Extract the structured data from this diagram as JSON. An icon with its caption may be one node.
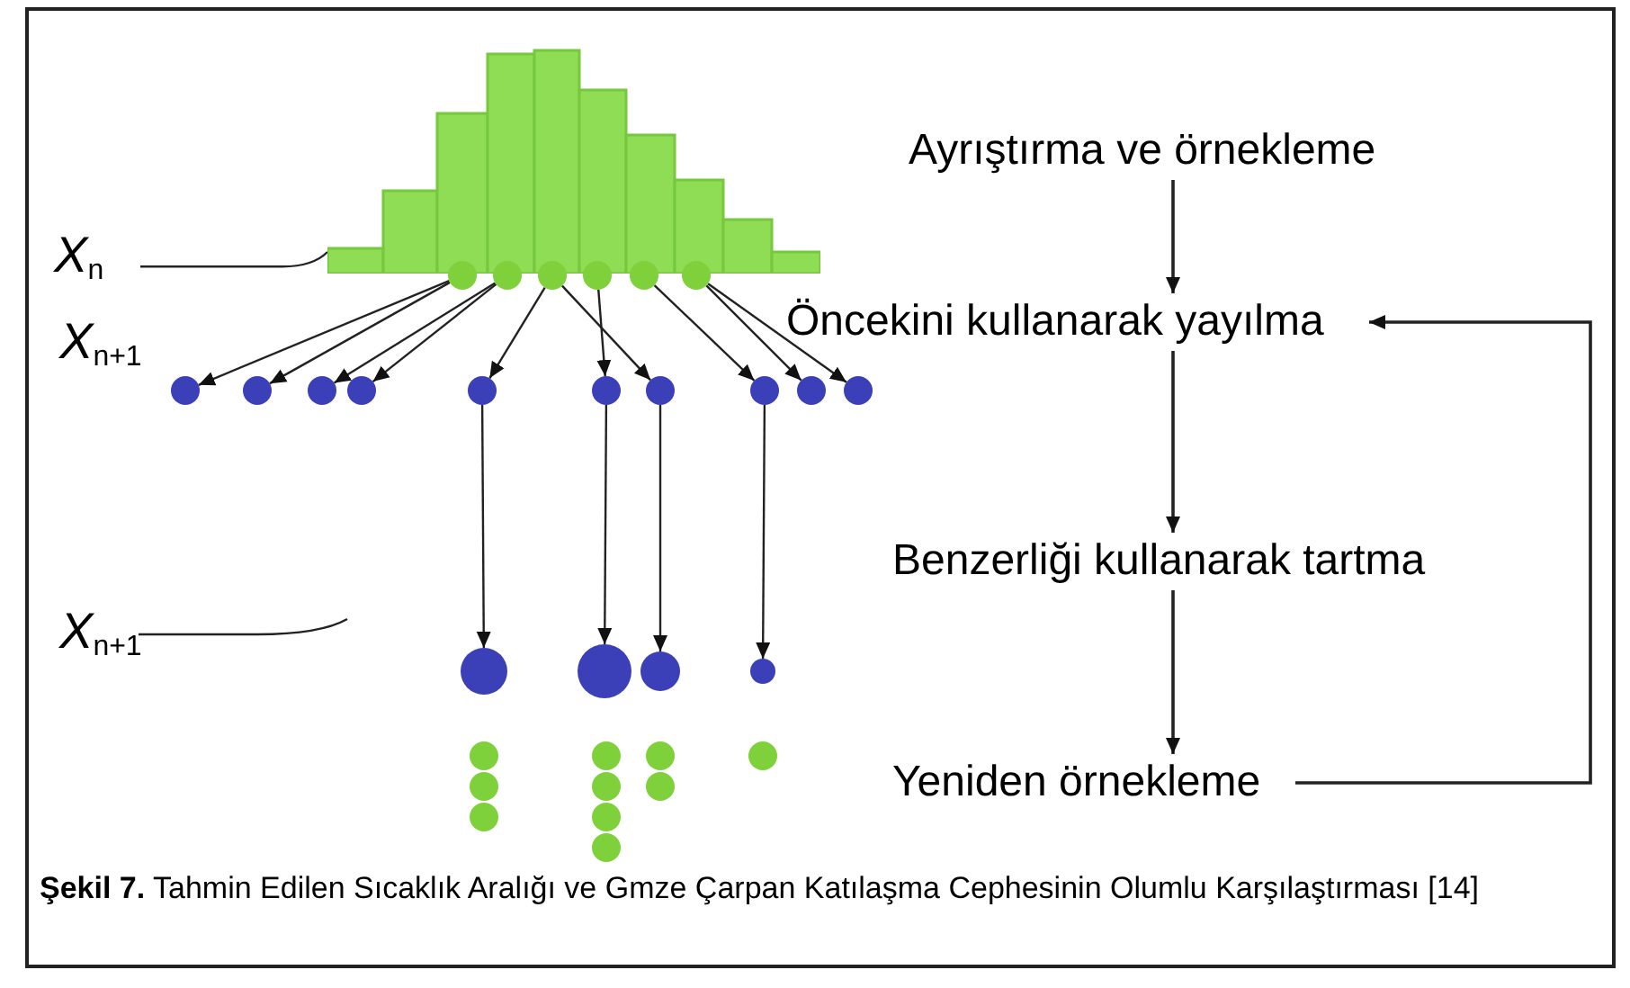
{
  "diagram": {
    "caption": "**Şekil 7.** Tahmin Edilen Sıcaklık Aralığı ve Gmze Çarpan Katılaşma Cephesinin Olumlu Karşılaştırması [14]",
    "nodes": [
      {
        "text": [
          "X$_{n}$"
        ]
      },
      {
        "text": [
          "X$_{n+1}$"
        ]
      },
      {
        "text": [],
        "shape": "picture"
      },
      {
        "text": [],
        "shape": "circle"
      },
      {
        "text": [],
        "shape": "circle"
      },
      {
        "text": [],
        "shape": "circle"
      },
      {
        "text": [],
        "shape": "circle"
      },
      {
        "text": [],
        "shape": "circle"
      },
      {
        "text": [],
        "shape": "circle"
      },
      {
        "text": [],
        "shape": "circle"
      },
      {
        "text": [],
        "shape": "circle"
      },
      {
        "text": [],
        "shape": "circle"
      },
      {
        "text": [],
        "shape": "circle"
      },
      {
        "text": [],
        "shape": "circle"
      },
      {
        "text": [],
        "shape": "circle"
      },
      {
        "text": [],
        "shape": "circle"
      },
      {
        "text": [],
        "shape": "circle"
      },
      {
        "text": [],
        "shape": "circle"
      },
      {
        "text": [],
        "shape": "circle"
      },
      {
        "text": [],
        "shape": "circle"
      },
      {
        "text": [],
        "shape": "circle"
      },
      {
        "text": [],
        "shape": "circle"
      },
      {
        "text": [],
        "shape": "circle"
      },
      {
        "text": [],
        "shape": "circle"
      },
      {
        "text": [],
        "shape": "circle"
      },
      {
        "text": [],
        "shape": "circle"
      },
      {
        "text": [],
        "shape": "circle"
      },
      {
        "text": [],
        "shape": "circle"
      },
      {
        "text": [],
        "shape": "circle"
      },
      {
        "text": [],
        "shape": "circle"
      },
      {
        "text": [],
        "shape": "circle"
      },
      {
        "text": [],
        "shape": "circle"
      },
      {
        "text": [],
        "shape": "circle"
      },
      {
        "text": [
          "Ayrıştırma ve örnekleme"
        ]
      },
      {
        "text": [
          "Öncekini kullanarak yayılma"
        ]
      },
      {
        "text": [
          "Benzerliği kullanarak tartma"
        ]
      },
      {
        "text": [
          "Yeniden örnekleme"
        ]
      }
    ],
    "edges": [
      {
        "from": 0,
        "to": 2,
        "arrow": "none"
      },
      {
        "from": 1,
        "to": null,
        "arrow": "none"
      },
      {
        "from": 3,
        "to": 9,
        "arrow": "to"
      },
      {
        "from": 3,
        "to": 10,
        "arrow": "to"
      },
      {
        "from": 4,
        "to": 11,
        "arrow": "to"
      },
      {
        "from": 4,
        "to": 12,
        "arrow": "to"
      },
      {
        "from": 5,
        "to": 13,
        "arrow": "to"
      },
      {
        "from": 5,
        "to": 15,
        "arrow": "to"
      },
      {
        "from": 6,
        "to": 14,
        "arrow": "to"
      },
      {
        "from": 7,
        "to": 16,
        "arrow": "to"
      },
      {
        "from": 8,
        "to": 17,
        "arrow": "to"
      },
      {
        "from": 8,
        "to": 18,
        "arrow": "to"
      },
      {
        "from": 13,
        "to": 19,
        "arrow": "to"
      },
      {
        "from": 14,
        "to": 20,
        "arrow": "to"
      },
      {
        "from": 15,
        "to": 21,
        "arrow": "to"
      },
      {
        "from": 16,
        "to": 22,
        "arrow": "to"
      },
      {
        "from": 33,
        "to": 34,
        "arrow": "to"
      },
      {
        "from": 34,
        "to": 35,
        "arrow": "to"
      },
      {
        "from": 35,
        "to": 36,
        "arrow": "to"
      },
      {
        "from": 36,
        "to": 34,
        "arrow": "to"
      }
    ],
    "labels": [
      "X$_{n+1}$"
    ]
  }
}
